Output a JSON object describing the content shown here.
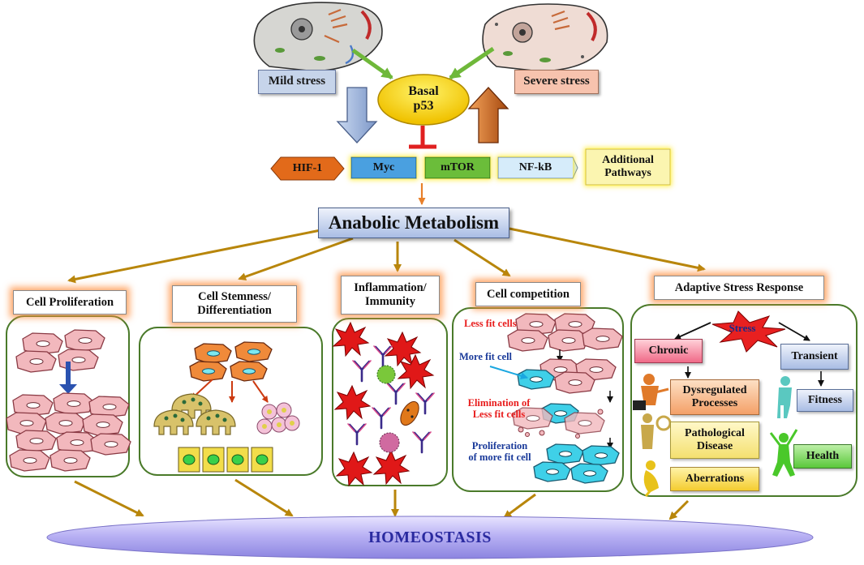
{
  "top": {
    "mild_stress": "Mild stress",
    "severe_stress": "Severe stress",
    "basal_line1": "Basal",
    "basal_line2": "p53"
  },
  "pathways": {
    "hif1": "HIF-1",
    "myc": "Myc",
    "mtor": "mTOR",
    "nfkb": "NF-kB",
    "additional_line1": "Additional",
    "additional_line2": "Pathways"
  },
  "center": {
    "anabolic": "Anabolic Metabolism"
  },
  "panels": {
    "proliferation": "Cell Proliferation",
    "stemness_line1": "Cell Stemness/",
    "stemness_line2": "Differentiation",
    "inflammation_line1": "Inflammation/",
    "inflammation_line2": "Immunity",
    "competition": "Cell competition",
    "adaptive": "Adaptive Stress Response"
  },
  "competition": {
    "less_fit": "Less fit cells",
    "more_fit": "More fit cell",
    "elimination_line1": "Elimination of",
    "elimination_line2": "Less fit cells",
    "proliferation_line1": "Proliferation",
    "proliferation_line2": "of more fit cell"
  },
  "adaptive": {
    "stress": "Stress",
    "chronic": "Chronic",
    "transient": "Transient",
    "dysregulated_line1": "Dysregulated",
    "dysregulated_line2": "Processes",
    "pathological_line1": "Pathological",
    "pathological_line2": "Disease",
    "aberrations": "Aberrations",
    "fitness": "Fitness",
    "health": "Health"
  },
  "bottom": {
    "homeostasis": "HOMEOSTASIS"
  },
  "colors": {
    "arrow_gold": "#B8860B",
    "panel_border": "#4a7a2a",
    "glow_orange": "#FF8C3C",
    "homeostasis_text": "#2a2aa0"
  }
}
